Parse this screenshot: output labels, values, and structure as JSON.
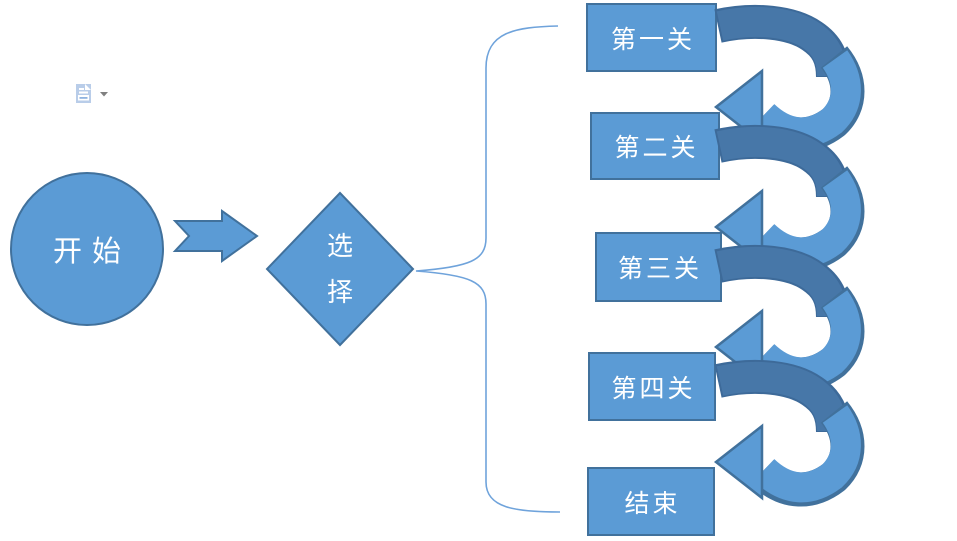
{
  "canvas": {
    "background": "#ffffff"
  },
  "colors": {
    "shape_fill": "#5B9BD5",
    "shape_border": "#41719C",
    "ribbon_dark": "#4777A8",
    "brace_line": "#6FA3DB",
    "label_text": "#FFFFFF",
    "paste_icon_blue": "#B9CDE9",
    "dropdown_gray": "#808080"
  },
  "paste_options": {
    "dropdown_glyph": "▾"
  },
  "flowchart": {
    "start_label": "开始",
    "decision_line1": "选",
    "decision_line2": "择",
    "levels": [
      {
        "label": "第一关"
      },
      {
        "label": "第二关"
      },
      {
        "label": "第三关"
      },
      {
        "label": "第四关"
      },
      {
        "label": "结束"
      }
    ]
  }
}
